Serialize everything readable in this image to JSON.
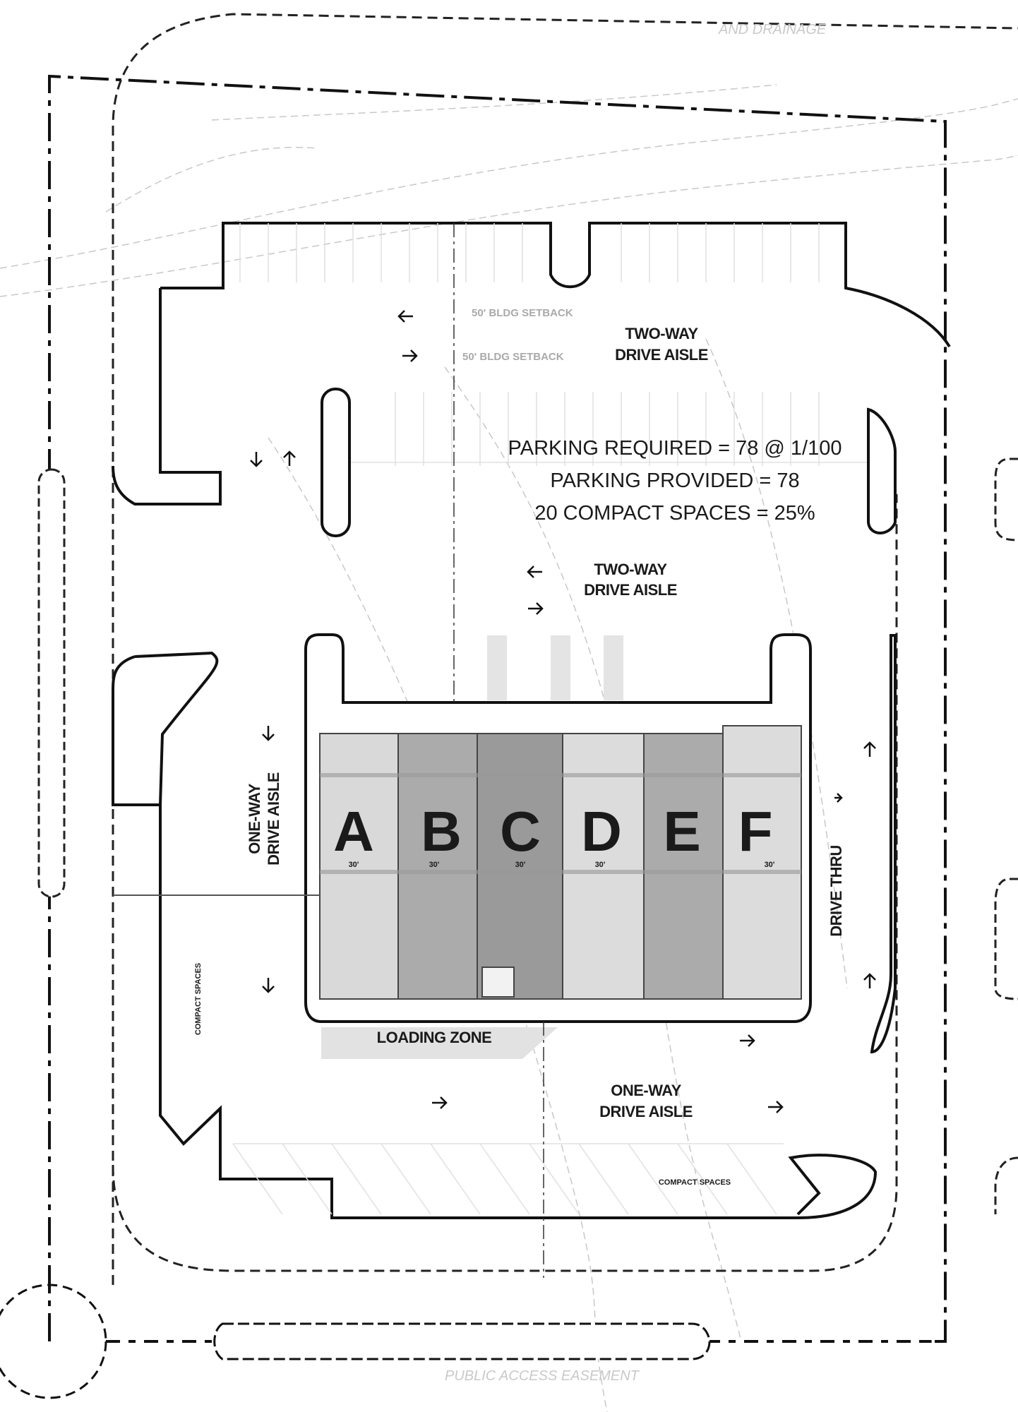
{
  "parking": {
    "required": "PARKING REQUIRED = 78 @ 1/100",
    "provided": "PARKING PROVIDED = 78",
    "compact": "20 COMPACT SPACES = 25%"
  },
  "aisles": {
    "top_line1": "TWO-WAY",
    "top_line2": "DRIVE AISLE",
    "mid_line1": "TWO-WAY",
    "mid_line2": "DRIVE AISLE",
    "left_line1": "ONE-WAY",
    "left_line2": "DRIVE AISLE",
    "bottom_line1": "ONE-WAY",
    "bottom_line2": "DRIVE AISLE",
    "drive_thru": "DRIVE THRU"
  },
  "zones": {
    "loading": "LOADING ZONE",
    "compact_bottom": "COMPACT SPACES",
    "compact_left": "COMPACT SPACES"
  },
  "setbacks": [
    "50' BLDG SETBACK",
    "50' BLDG SETBACK"
  ],
  "units": [
    {
      "letter": "A",
      "width": "30'",
      "color": "#d9d9d9"
    },
    {
      "letter": "B",
      "width": "30'",
      "color": "#ababab"
    },
    {
      "letter": "C",
      "width": "30'",
      "color": "#9a9a9a"
    },
    {
      "letter": "D",
      "width": "30'",
      "color": "#dcdcdc"
    },
    {
      "letter": "E",
      "width": "",
      "color": "#ababab"
    },
    {
      "letter": "F",
      "width": "30'",
      "color": "#dcdcdc"
    }
  ],
  "notes": {
    "top_right_1": "AND DRAINAGE",
    "bottom_easement": "PUBLIC ACCESS EASEMENT"
  }
}
